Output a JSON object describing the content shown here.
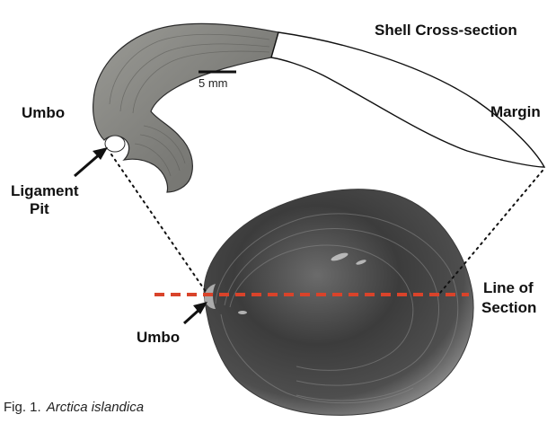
{
  "figure": {
    "labels": {
      "title": "Shell Cross-section",
      "umbo_top": "Umbo",
      "margin": "Margin",
      "ligament_line1": "Ligament",
      "ligament_line2": "Pit",
      "line_of_section_line1": "Line of",
      "line_of_section_line2": "Section",
      "umbo_bottom": "Umbo"
    },
    "scale_bar": {
      "label": "5 mm"
    },
    "caption": {
      "prefix": "Fig. 1.",
      "species": "Arctica islandica"
    },
    "colors": {
      "section_line": "#d9432a",
      "shell_dark": "#2a2a2a",
      "shell_mid": "#6a6a6a",
      "section_fill": "#8a8a86"
    }
  }
}
